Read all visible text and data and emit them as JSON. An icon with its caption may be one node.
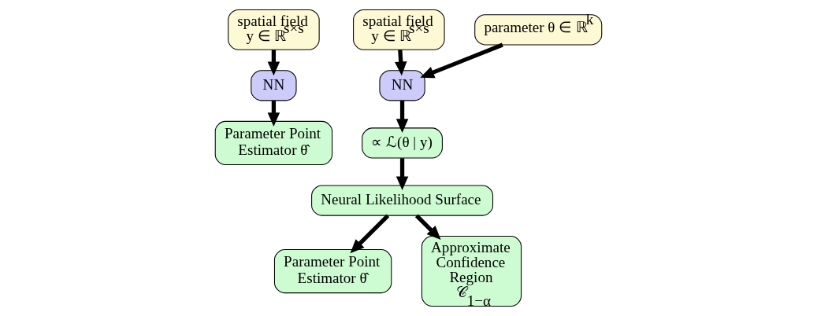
{
  "diagram": {
    "nodes": [
      {
        "text": [
          "spatial field",
          "y ∈ ℝ$^{s×s}$"
        ]
      },
      {
        "text": [
          "NN"
        ]
      },
      {
        "text": [
          "Parameter Point Estimator θ̂"
        ]
      },
      {
        "text": [
          "spatial field",
          "y ∈ ℝ$^{s×s}$"
        ]
      },
      {
        "text": [
          "parameter θ ∈ ℝ$^{k}$"
        ]
      },
      {
        "text": [
          "NN"
        ]
      },
      {
        "text": [
          "∝ ℒ(θ | y)"
        ]
      },
      {
        "text": [
          "Neural Likelihood Surface"
        ]
      },
      {
        "text": [
          "Parameter Point Estimator θ̂"
        ]
      },
      {
        "text": [
          "Approximate Confidence Region 𝒞$_{1−α}$"
        ]
      }
    ],
    "edges": [
      {
        "from": 0,
        "to": 1,
        "arrow": "to"
      },
      {
        "from": 1,
        "to": 2,
        "arrow": "to"
      },
      {
        "from": 3,
        "to": 5,
        "arrow": "to"
      },
      {
        "from": 4,
        "to": 5,
        "arrow": "to"
      },
      {
        "from": 5,
        "to": 6,
        "arrow": "to"
      },
      {
        "from": 6,
        "to": 7,
        "arrow": "to"
      },
      {
        "from": 7,
        "to": 8,
        "arrow": "to"
      },
      {
        "from": 7,
        "to": 9,
        "arrow": "to"
      }
    ]
  }
}
